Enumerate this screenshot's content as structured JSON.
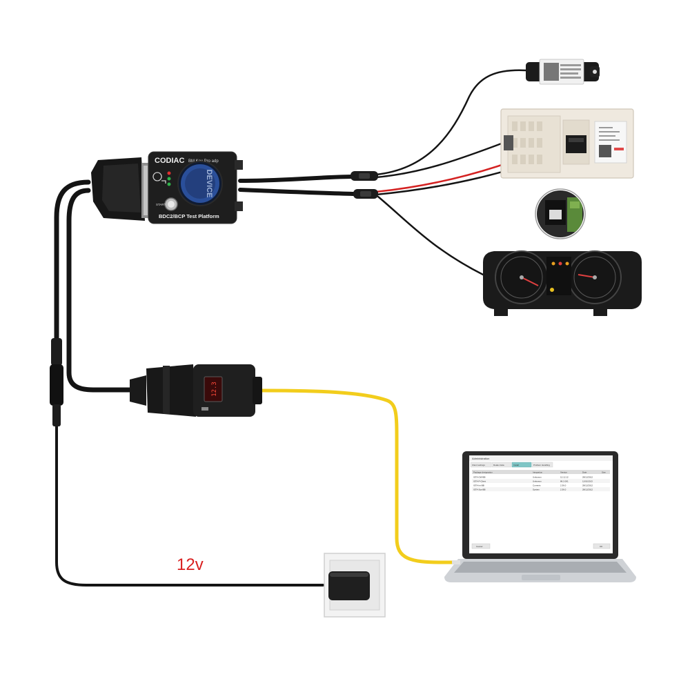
{
  "adapter": {
    "brand": "CODIAC",
    "model": "BM Key Pro adp",
    "platform": "BDC2/BCP Test Platform",
    "start_label": "START",
    "disc_text": "DEVICE"
  },
  "obd": {
    "display": "12.3"
  },
  "power": {
    "voltage_label": "12v"
  },
  "laptop_screen": {
    "title": "Administration",
    "tabs": [
      "Client settings",
      "Dealer data",
      "Install",
      "Problem Handling"
    ],
    "columns": [
      "Package designation",
      "Integration",
      "Version",
      "Date",
      "Size"
    ],
    "rows": [
      [
        "ISTA-GW-BB",
        "Unknown",
        "12.12.12",
        "28/12/2012",
        ""
      ],
      [
        "ISTA-P-Client",
        "Unknown",
        "86.2.001",
        "11/01/2013",
        ""
      ],
      [
        "ISTA-Int-BB",
        "Currents",
        "2.36.0",
        "28/12/2012",
        ""
      ],
      [
        "ISTA-Sys-BB",
        "System",
        "2.36.0",
        "28/12/2012",
        ""
      ]
    ],
    "cancel_label": "Cancel",
    "ok_label": "OK"
  },
  "colors": {
    "cable_black": "#141414",
    "cable_red": "#d42222",
    "cable_yellow": "#f2cd1c",
    "label_red": "#d91f1f",
    "led_red": "#e03030",
    "led_green": "#2fb34a",
    "disc_blue": "#2a4f9a"
  }
}
